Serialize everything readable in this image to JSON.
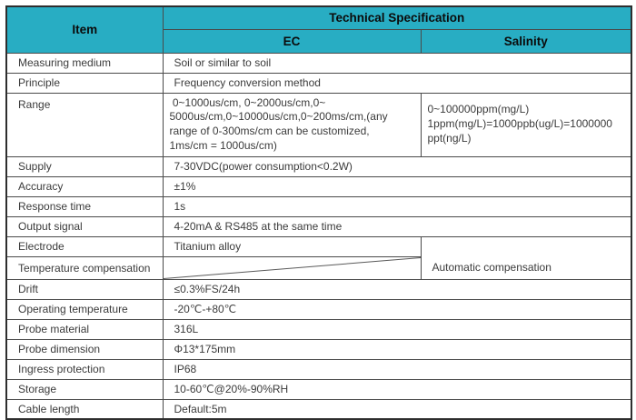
{
  "table": {
    "header": {
      "item": "Item",
      "title": "Technical Specification",
      "col_ec": "EC",
      "col_salinity": "Salinity",
      "bg_color": "#28adc3"
    },
    "rows": [
      {
        "item": "Measuring medium",
        "value": "Soil or similar to soil"
      },
      {
        "item": "Principle",
        "value": "Frequency conversion method"
      },
      {
        "item": "Range",
        "ec": " 0~1000us/cm, 0~2000us/cm,0~\n5000us/cm,0~10000us/cm,0~200ms/cm,(any\nrange of 0-300ms/cm can be customized,\n1ms/cm = 1000us/cm)",
        "salinity": "0~100000ppm(mg/L)\n1ppm(mg/L)=1000ppb(ug/L)=1000000\nppt(ng/L)"
      },
      {
        "item": "Supply",
        "value": "7-30VDC(power consumption<0.2W)"
      },
      {
        "item": "Accuracy",
        "value": "±1%"
      },
      {
        "item": "Response time",
        "value": "1s"
      },
      {
        "item": "Output signal",
        "value": "4-20mA & RS485 at the same time"
      },
      {
        "item": "Electrode",
        "ec": "Titanium alloy"
      },
      {
        "item": "Temperature compensation",
        "ec": "",
        "salinity": "Automatic compensation"
      },
      {
        "item": "Drift",
        "value": "≤0.3%FS/24h"
      },
      {
        "item": "Operating temperature",
        "value": "-20℃-+80℃"
      },
      {
        "item": "Probe material",
        "value": "316L"
      },
      {
        "item": "Probe dimension",
        "value": "Φ13*175mm"
      },
      {
        "item": "Ingress protection",
        "value": "IP68"
      },
      {
        "item": "Storage",
        "value": "10-60℃@20%-90%RH"
      },
      {
        "item": "Cable length",
        "value": "Default:5m"
      }
    ]
  }
}
